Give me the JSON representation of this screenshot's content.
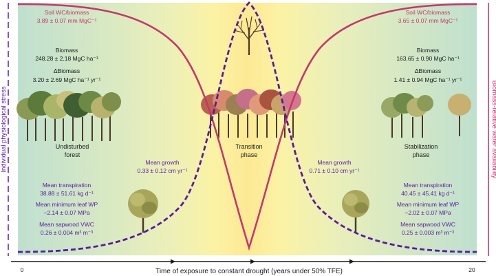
{
  "left_axis_label": "Individual physiological stress",
  "right_axis_label": "Biomass-relative water availability",
  "x_axis": {
    "label": "Time of exposure to constant drought (years under 50% TFE)",
    "start_tick": "0",
    "end_tick": "20"
  },
  "colors": {
    "stress_curve": "#5a1aa0",
    "water_curve": "#c4386e",
    "purple_text": "#5a1aa0",
    "pink_text": "#c4386e",
    "black_text": "#1a1a1a"
  },
  "left_panel": {
    "soil_label": "Soil WC/biomass",
    "soil_value": "3.89 ± 0.07 mm MgC⁻¹",
    "biomass_label": "Biomass",
    "biomass_value": "248.28 ± 2.18 MgC ha⁻¹",
    "delta_label": "ΔBiomass",
    "delta_value": "3.20 ± 2.69 MgC ha⁻¹ yr⁻¹",
    "phase_line1": "Undisturbed",
    "phase_line2": "forest",
    "growth_label": "Mean growth",
    "growth_value": "0.33 ± 0.12 cm yr⁻¹",
    "transp_label": "Mean transpiration",
    "transp_value": "38.88 ± 51.61 kg d⁻¹",
    "wp_label": "Mean minimum leaf WP",
    "wp_value": "−2.14 ± 0.07 MPa",
    "vwc_label": "Mean sapwood VWC",
    "vwc_value": "0.26 ± 0.004 m³ m⁻³"
  },
  "center_panel": {
    "phase_line1": "Transition",
    "phase_line2": "phase"
  },
  "right_panel": {
    "soil_label": "Soil WC/biomass",
    "soil_value": "3.65 ± 0.07 mm MgC⁻¹",
    "biomass_label": "Biomass",
    "biomass_value": "163.65 ± 0.90 MgC ha⁻¹",
    "delta_label": "ΔBiomass",
    "delta_value": "1.41 ± 0.94 MgC ha⁻¹ yr⁻¹",
    "phase_line1": "Stabilization",
    "phase_line2": "phase",
    "growth_label": "Mean growth",
    "growth_value": "0.71 ± 0.10 cm yr⁻¹",
    "transp_label": "Mean transpiration",
    "transp_value": "40.45 ± 45.41 kg d⁻¹",
    "wp_label": "Mean minimum leaf WP",
    "wp_value": "−2.02 ± 0.07 MPa",
    "vwc_label": "Mean sapwood VWC",
    "vwc_value": "0.25 ± 0.003 m³ m⁻³"
  }
}
